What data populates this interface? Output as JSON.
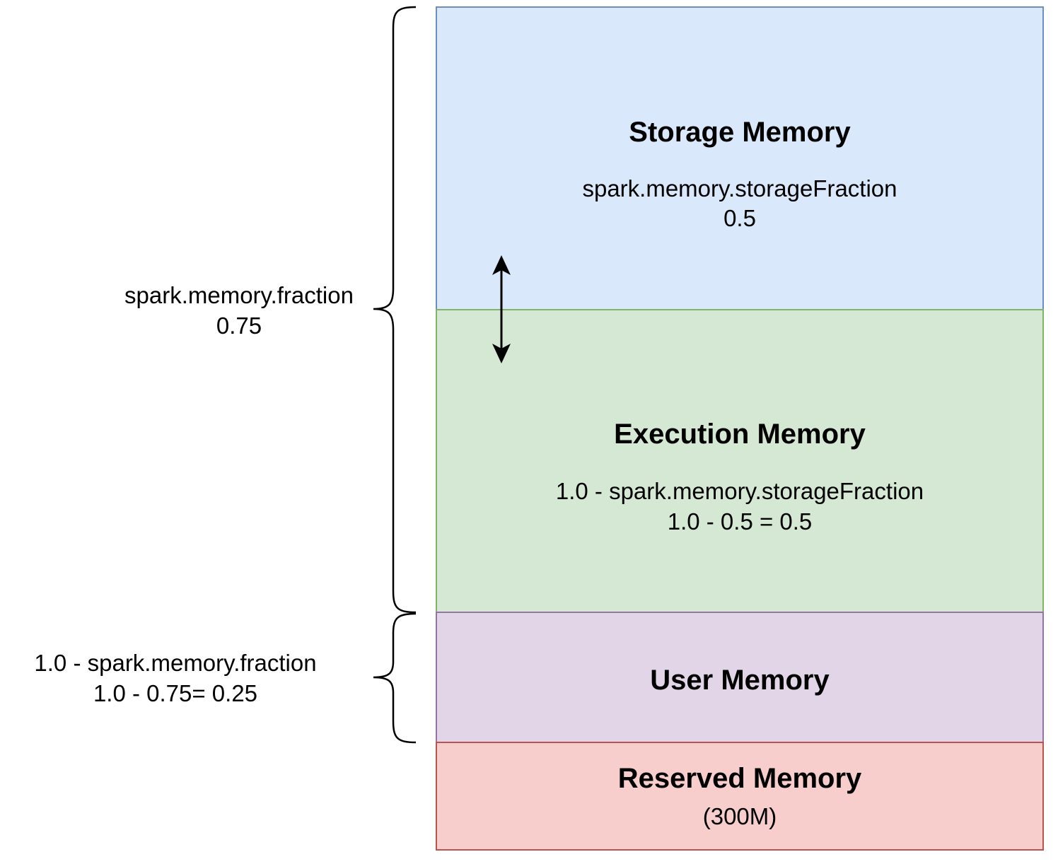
{
  "colors": {
    "storage_fill": "#dae8fc",
    "storage_border": "#6c8ebf",
    "execution_fill": "#d5e8d4",
    "execution_border": "#82b366",
    "user_fill": "#e1d5e7",
    "user_border": "#9673a6",
    "reserved_fill": "#f8cecc",
    "reserved_border": "#b85450"
  },
  "storage": {
    "title": "Storage Memory",
    "line1": "spark.memory.storageFraction",
    "line2": "0.5"
  },
  "execution": {
    "title": "Execution Memory",
    "line1": "1.0 - spark.memory.storageFraction",
    "line2": "1.0 - 0.5 = 0.5"
  },
  "user": {
    "title": "User Memory"
  },
  "reserved": {
    "title": "Reserved Memory",
    "note": "(300M)"
  },
  "memory_fraction_label": {
    "line1": "spark.memory.fraction",
    "line2": "0.75"
  },
  "user_fraction_label": {
    "line1": "1.0 - spark.memory.fraction",
    "line2": "1.0 - 0.75= 0.25"
  }
}
